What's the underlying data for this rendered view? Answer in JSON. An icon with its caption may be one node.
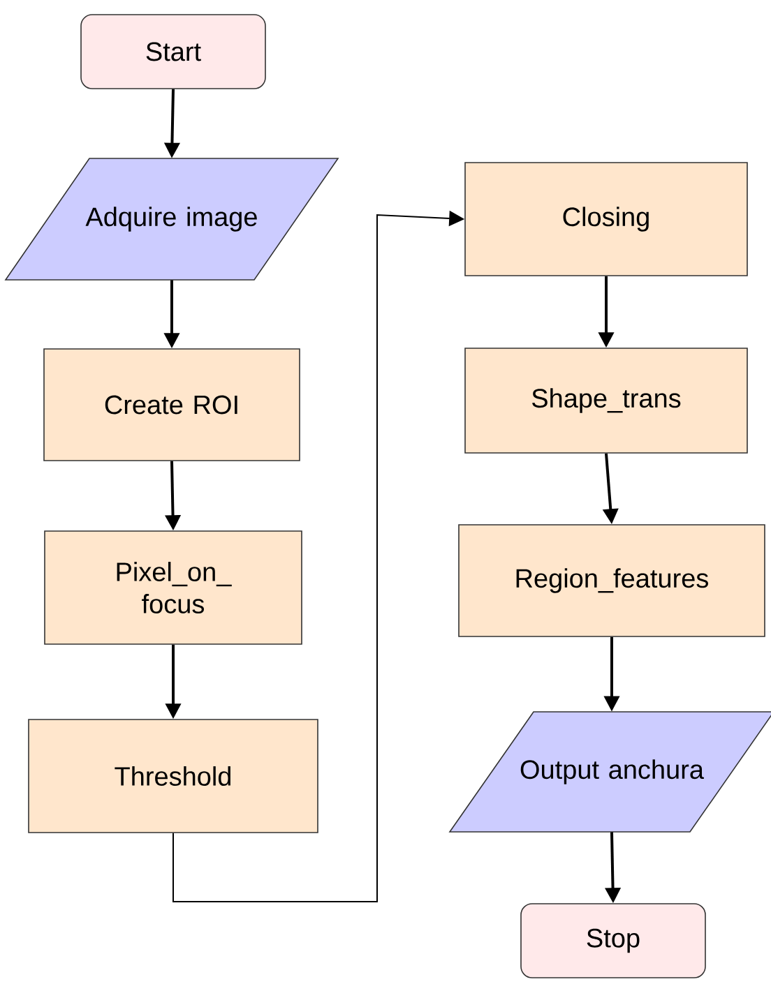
{
  "diagram": {
    "nodes": [
      {
        "text": [
          "Start"
        ]
      },
      {
        "text": [
          "Adquire image"
        ]
      },
      {
        "text": [
          "Create ROI"
        ]
      },
      {
        "text": [
          "Pixel_on_ focus"
        ]
      },
      {
        "text": [
          "Threshold"
        ]
      },
      {
        "text": [
          "Closing"
        ]
      },
      {
        "text": [
          "Shape_trans"
        ]
      },
      {
        "text": [
          "Region_features"
        ]
      },
      {
        "text": [
          "Output anchura"
        ]
      },
      {
        "text": [
          "Stop"
        ]
      }
    ],
    "edges": [
      {
        "from": 0,
        "to": 1,
        "arrow": "to"
      },
      {
        "from": 1,
        "to": 2,
        "arrow": "to"
      },
      {
        "from": 2,
        "to": 3,
        "arrow": "to"
      },
      {
        "from": 3,
        "to": 4,
        "arrow": "to"
      },
      {
        "from": 4,
        "to": 5,
        "arrow": "to"
      },
      {
        "from": 5,
        "to": 6,
        "arrow": "to"
      },
      {
        "from": 6,
        "to": 7,
        "arrow": "to"
      },
      {
        "from": 7,
        "to": 8,
        "arrow": "to"
      },
      {
        "from": 8,
        "to": 9,
        "arrow": "to"
      }
    ]
  }
}
